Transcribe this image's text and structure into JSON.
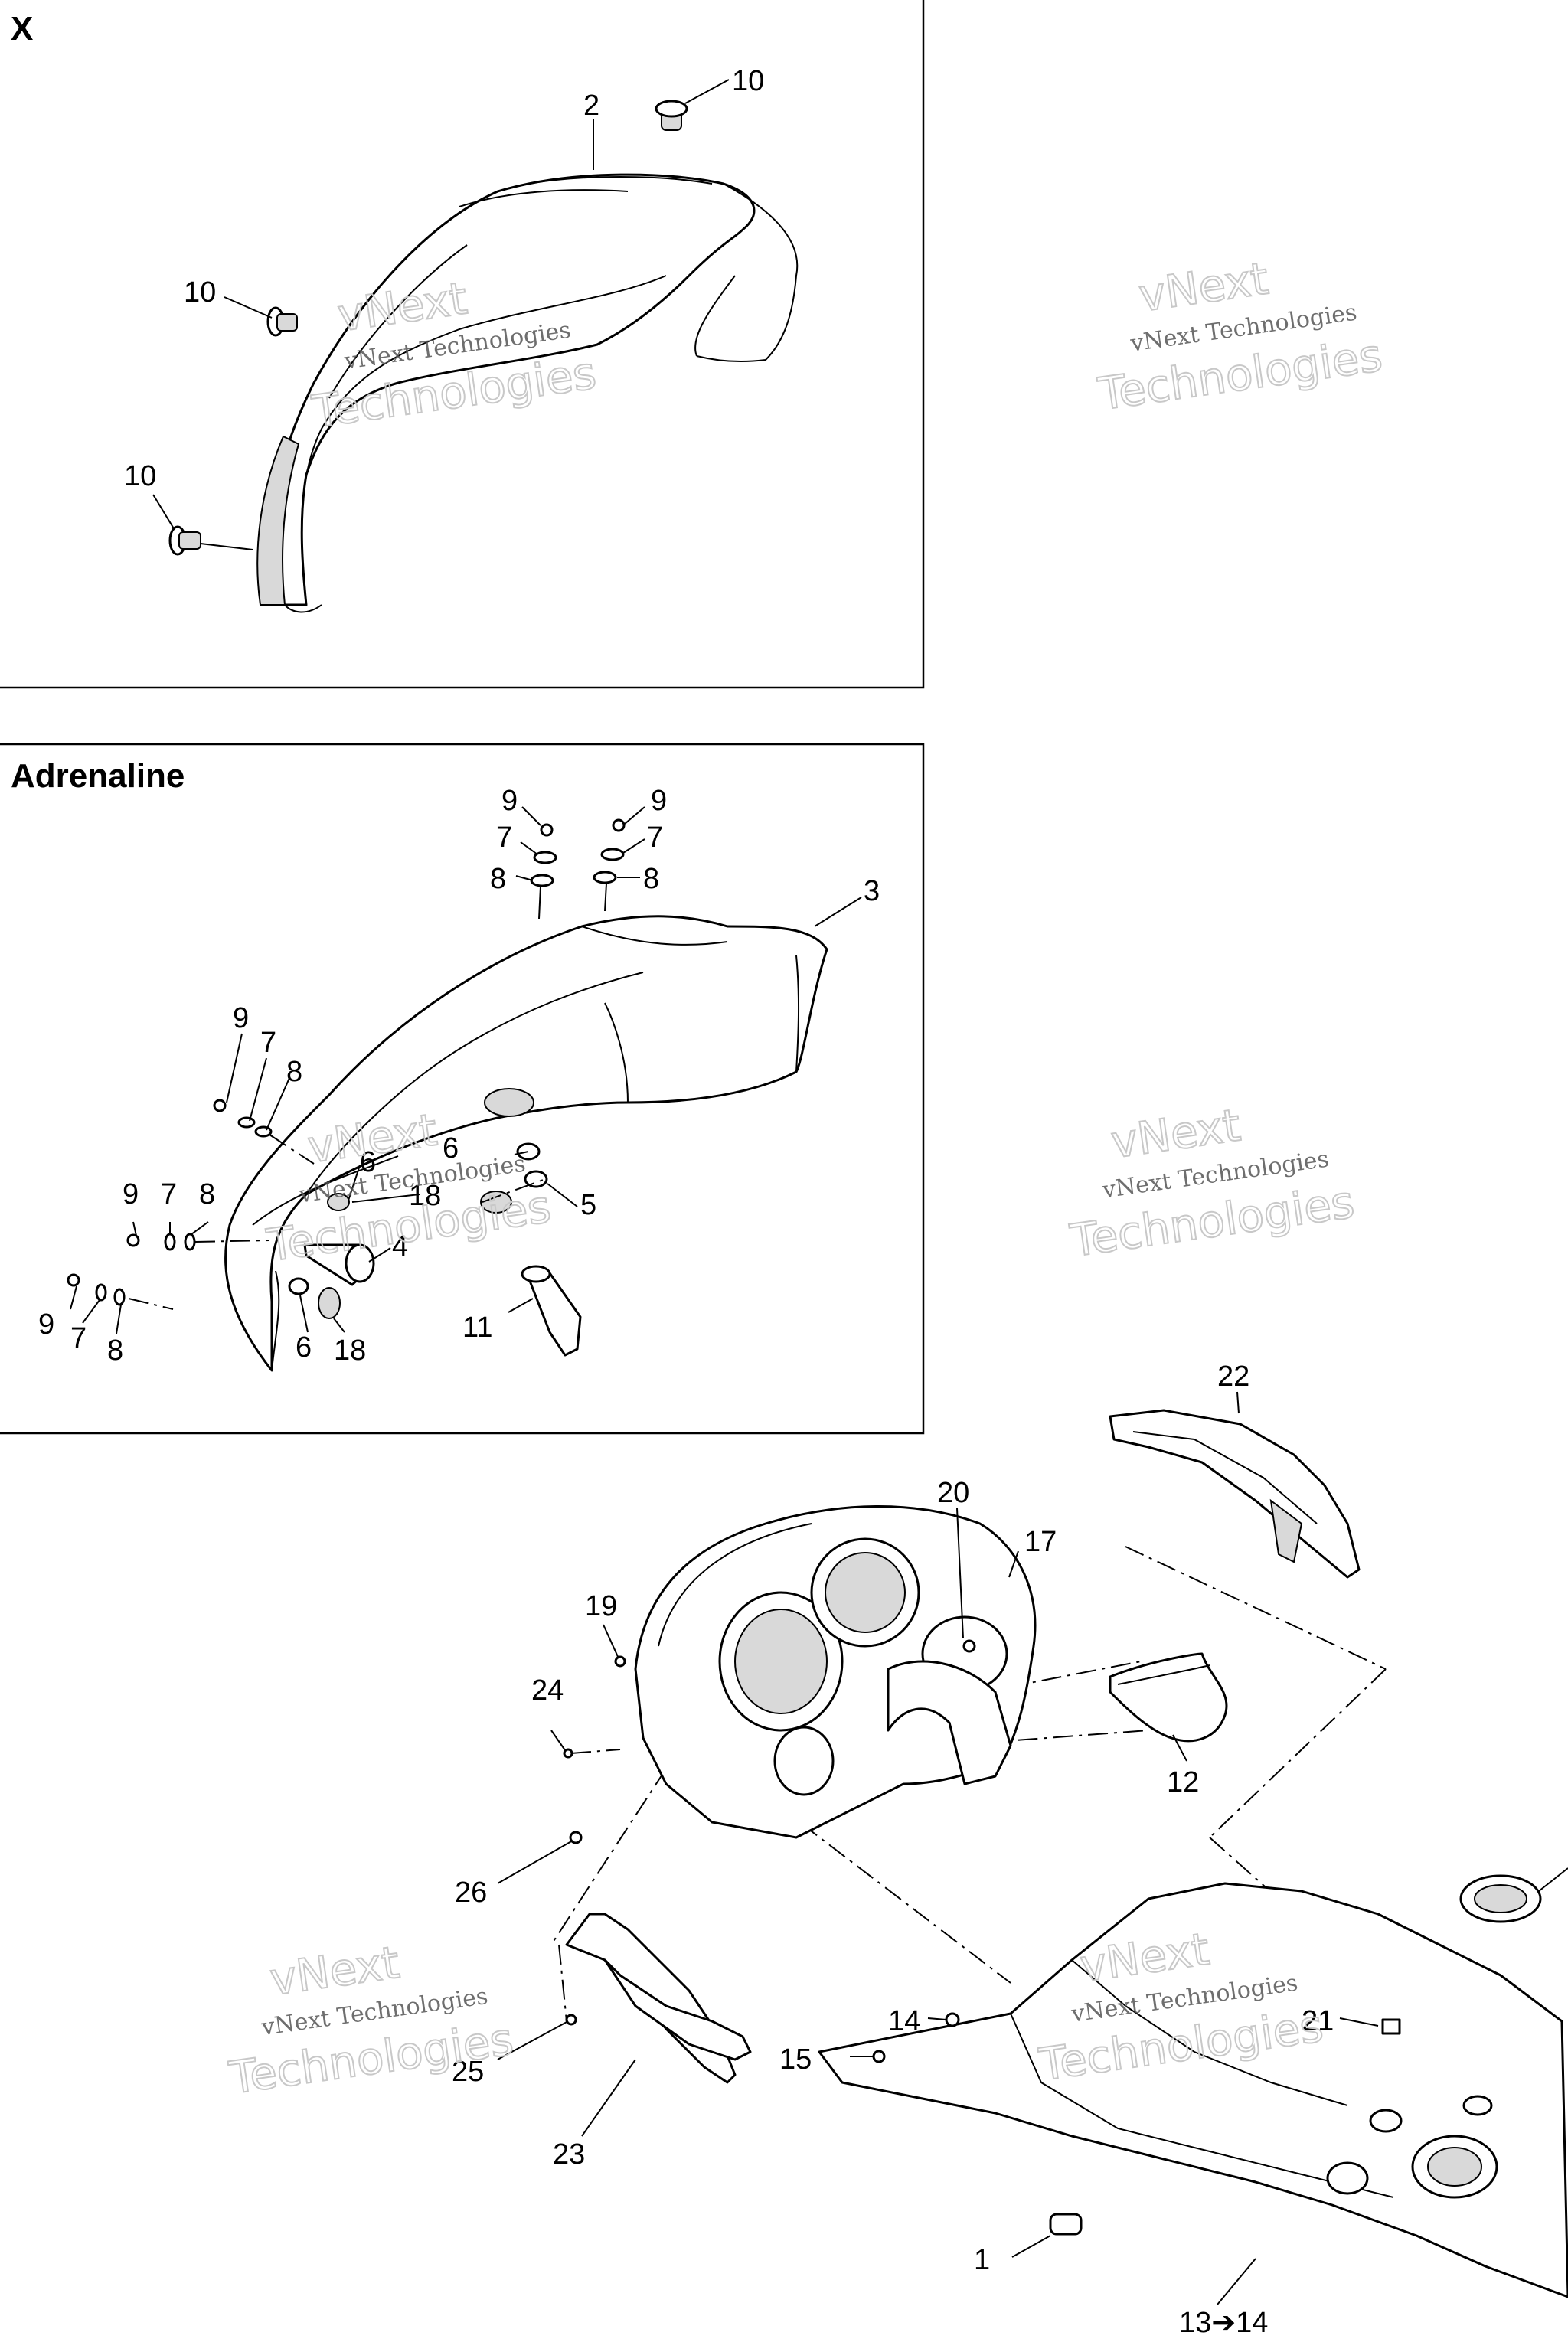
{
  "sections": {
    "x": {
      "title": "X"
    },
    "adrenaline": {
      "title": "Adrenaline"
    }
  },
  "watermark": {
    "line1": "vNext Technologies",
    "line2": "Technologies",
    "line3": "vNext"
  },
  "callouts": {
    "x_2": "2",
    "x_10a": "10",
    "x_10b": "10",
    "x_10c": "10",
    "a_9a": "9",
    "a_7a": "7",
    "a_8a": "8",
    "a_9b": "9",
    "a_7b": "7",
    "a_8b": "8",
    "a_3": "3",
    "a_9c": "9",
    "a_7c": "7",
    "a_8c": "8",
    "a_6a": "6",
    "a_6b": "6",
    "a_18a": "18",
    "a_5": "5",
    "a_9d": "9",
    "a_7d": "7",
    "a_8d": "8",
    "a_4": "4",
    "a_9e": "9",
    "a_7e": "7",
    "a_8e": "8",
    "a_6c": "6",
    "a_18b": "18",
    "a_11": "11",
    "m_22": "22",
    "m_20": "20",
    "m_17": "17",
    "m_19": "19",
    "m_24": "24",
    "m_12": "12",
    "m_26": "26",
    "m_25": "25",
    "m_23": "23",
    "m_14": "14",
    "m_15": "15",
    "m_21": "21",
    "m_1": "1",
    "m_13_14": "13➔14"
  }
}
